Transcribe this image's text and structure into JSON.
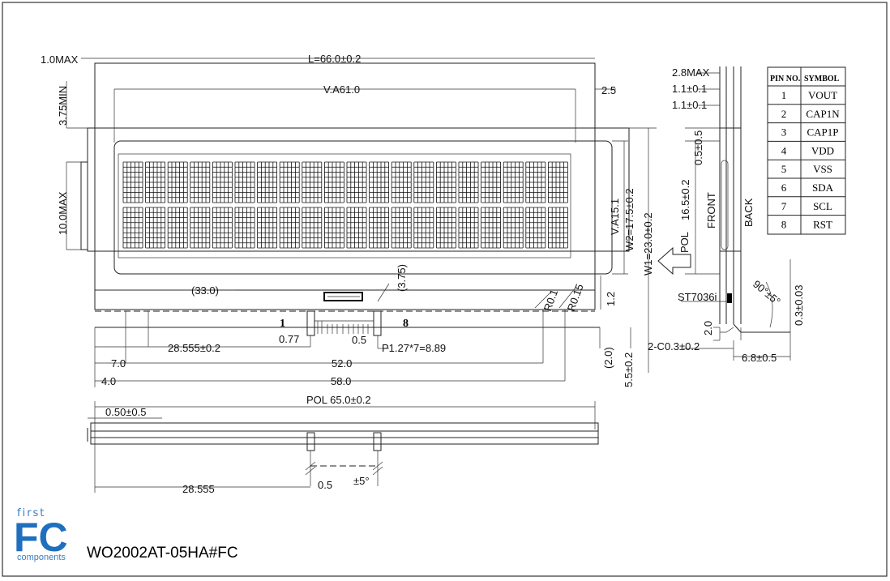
{
  "drawing": {
    "part_number": "WO2002AT-05HA#FC",
    "logo": {
      "top": "first",
      "main": "FC",
      "bottom": "components"
    }
  },
  "front_view": {
    "length": "L=66.0±0.2",
    "va_width": "V.A61.0",
    "va_height": "V.A15.1",
    "w2": "W2=17.5±0.2",
    "w1": "W1=23.0±0.2",
    "max_1_0": "1.0MAX",
    "min_3_75": "3.75MIN",
    "max_10_0": "10.0MAX",
    "dim_2_5": "2.5",
    "dim_33_0": "(33.0)",
    "dim_3_75": "(3.75)",
    "r_0_1": "R0.1",
    "r_0_15": "R0.15",
    "dim_1_2": "1.2",
    "pin_first": "1",
    "pin_last": "8",
    "dim_0_77": "0.77",
    "dim_0_5": "0.5",
    "pitch": "P1.27*7=8.89",
    "dim_28_555": "28.555±0.2",
    "dim_7_0": "7.0",
    "dim_52_0": "52.0",
    "dim_4_0": "4.0",
    "dim_58_0": "58.0",
    "dim_2_0": "(2.0)",
    "dim_5_5": "5.5±0.2"
  },
  "bottom_view": {
    "pol": "POL 65.0±0.2",
    "offset": "0.50±0.5",
    "dim_28_555": "28.555",
    "dim_0_5": "0.5",
    "angle": "±5°"
  },
  "side_view": {
    "max_2_8": "2.8MAX",
    "dim_1_1_a": "1.1±0.1",
    "dim_1_1_b": "1.1±0.1",
    "dim_0_5": "0.5±0.5",
    "dim_16_5": "16.5±0.2",
    "front": "FRONT",
    "back": "BACK",
    "pol": "POL",
    "chip": "ST7036i",
    "angle": "90°±5°",
    "dim_0_3": "0.3±0.03",
    "dim_2_0": "2.0",
    "chamfer": "2-C0.3±0.2",
    "dim_6_8": "6.8±0.5"
  },
  "pin_table": {
    "headers": [
      "PIN NO.",
      "SYMBOL"
    ],
    "rows": [
      [
        "1",
        "VOUT"
      ],
      [
        "2",
        "CAP1N"
      ],
      [
        "3",
        "CAP1P"
      ],
      [
        "4",
        "VDD"
      ],
      [
        "5",
        "VSS"
      ],
      [
        "6",
        "SDA"
      ],
      [
        "7",
        "SCL"
      ],
      [
        "8",
        "RST"
      ]
    ]
  },
  "display": {
    "rows": 2,
    "columns": 20,
    "dot_cols": 5,
    "dot_rows": 8
  }
}
